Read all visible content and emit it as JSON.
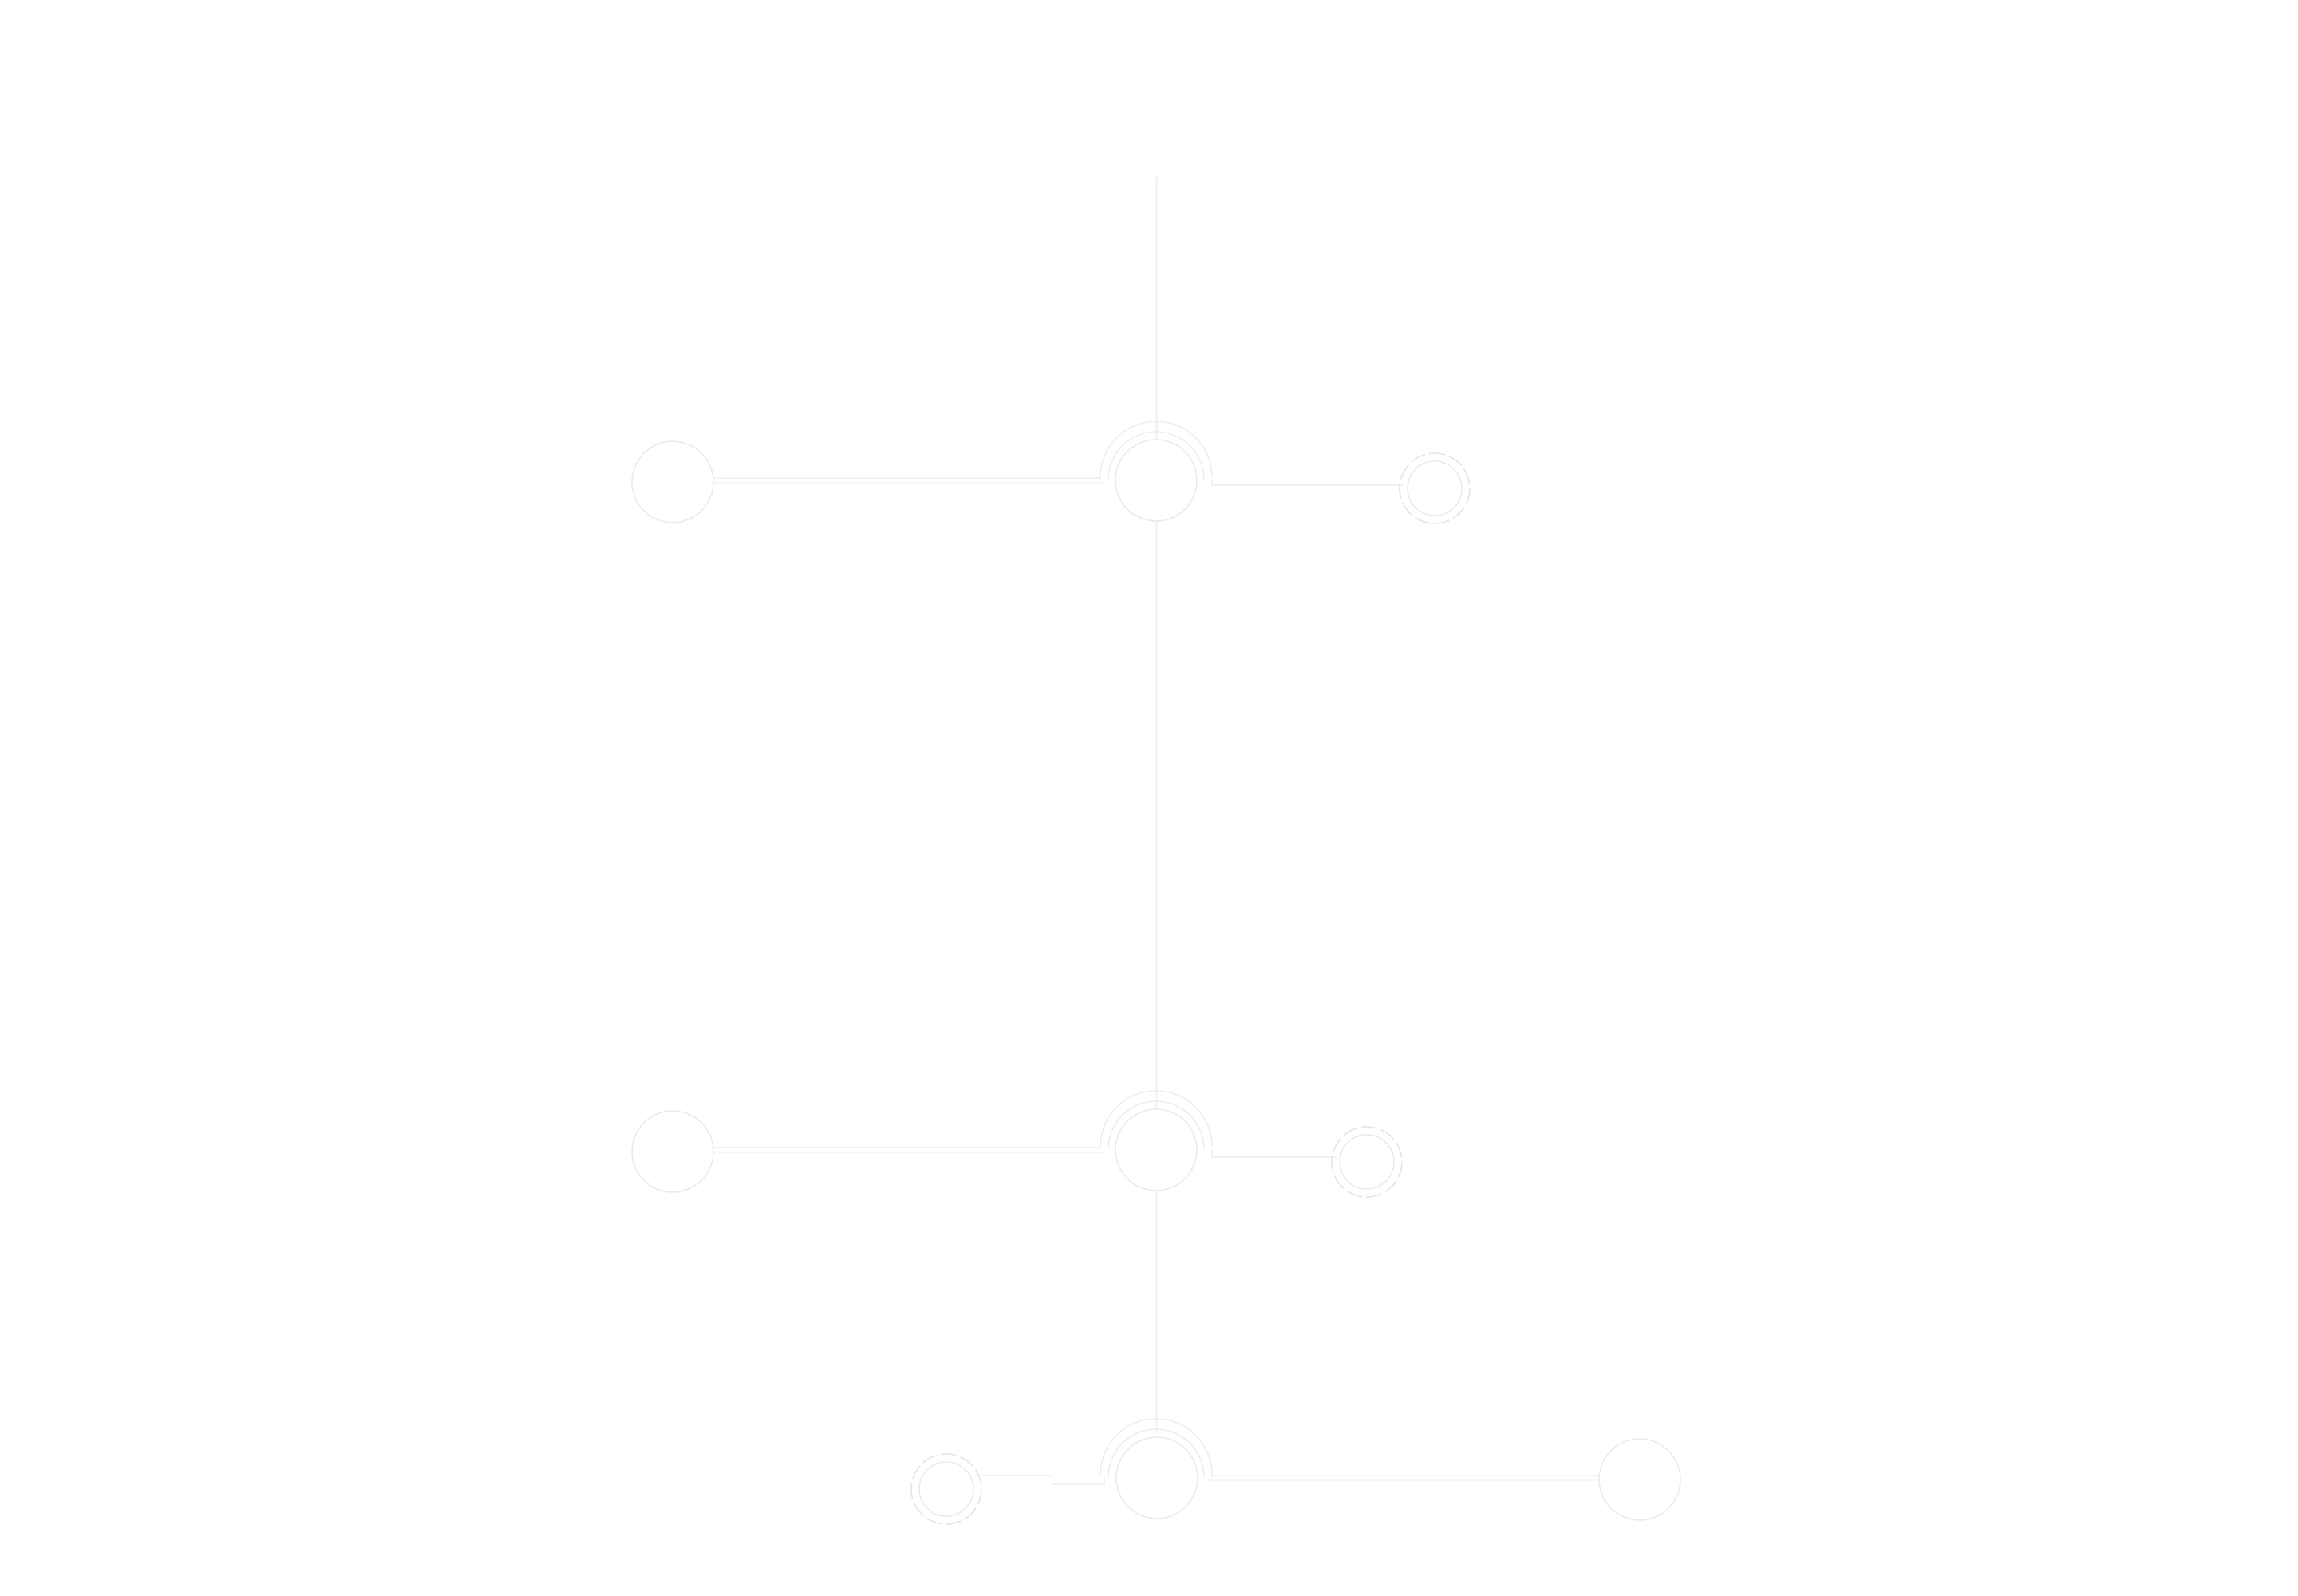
{
  "diagram": {
    "type": "timeline-branch-diagram",
    "labels": [],
    "colors": {
      "trunk": "#f2f4f5",
      "node_stroke": "#e6ecee",
      "arc_stroke": "#eaeef0",
      "link_stroke": "#e8f1f2",
      "dashed_stroke": "#dce6ea",
      "background": "#ffffff"
    },
    "groups": [
      {
        "id": "group-1",
        "left_node": "circle",
        "right_node": "dashed-ring"
      },
      {
        "id": "group-2",
        "left_node": "circle",
        "right_node": "dashed-ring"
      },
      {
        "id": "group-3",
        "left_node": "dashed-ring",
        "right_node": "circle"
      }
    ]
  }
}
